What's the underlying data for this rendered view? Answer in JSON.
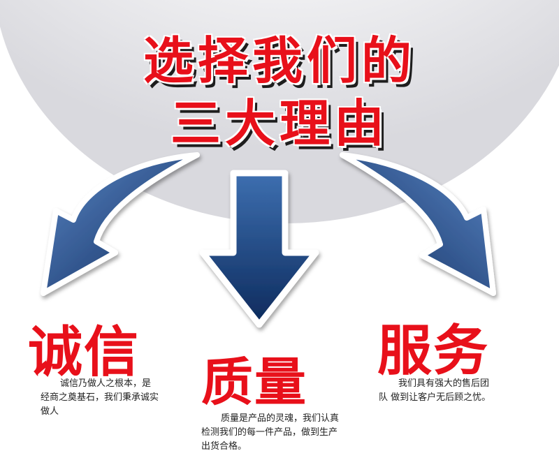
{
  "title": {
    "line1": "选择我们的",
    "line2": "三大理由"
  },
  "reasons": [
    {
      "title": "诚信",
      "description": "诚信乃做人之根本，是经商之奠基石，我们秉承诚实做人"
    },
    {
      "title": "质量",
      "description": "质量是产品的灵魂，我们认真检测我们的每一件产品，做到生产出货合格。"
    },
    {
      "title": "服务",
      "description": "我们具有强大的售后团队 做到让客户无后顾之忧。"
    }
  ],
  "colors": {
    "accent_red": "#e8101a",
    "arrow_blue_dark": "#0d2a5c",
    "arrow_blue_light": "#3d6fb0",
    "backdrop_gray": "#e9e9ec"
  }
}
